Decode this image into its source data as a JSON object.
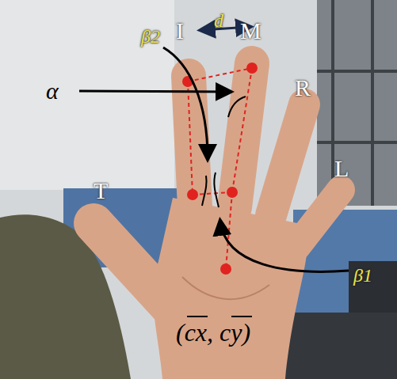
{
  "diagram": {
    "labels": [
      "I",
      "d",
      "M",
      "β2",
      "R",
      "α",
      "T",
      "L",
      "β1",
      "(cx, cy)"
    ]
  }
}
